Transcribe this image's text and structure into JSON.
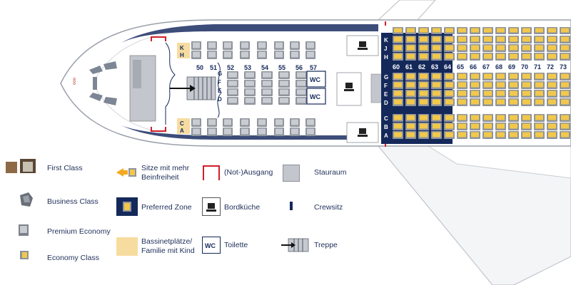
{
  "upper_rows": [
    "50",
    "51",
    "52",
    "53",
    "54",
    "55",
    "56",
    "57"
  ],
  "economy_rows": [
    "60",
    "61",
    "62",
    "63",
    "64",
    "65",
    "66",
    "67",
    "68",
    "69",
    "70",
    "71",
    "72",
    "73"
  ],
  "upper_left_letters": [
    "K",
    "H"
  ],
  "upper_right_letters_mid": [
    "G",
    "F",
    "E",
    "D"
  ],
  "upper_left_letters_bottom": [
    "C",
    "A"
  ],
  "economy_letters_top": [
    "K",
    "J",
    "H"
  ],
  "economy_letters_mid": [
    "G",
    "F",
    "E",
    "D"
  ],
  "economy_letters_bottom": [
    "C",
    "B",
    "A"
  ],
  "wc_label": "WC",
  "legend": {
    "first_class": "First Class",
    "business_class": "Business Class",
    "premium_economy": "Premium Economy",
    "economy_class": "Economy Class",
    "extra_legroom_line1": "Sitze mit mehr",
    "extra_legroom_line2": "Beinfreiheit",
    "preferred_zone": "Preferred Zone",
    "bassinet_line1": "Bassinetplätze/",
    "bassinet_line2": "Familie mit Kind",
    "exit": "(Not-)Ausgang",
    "galley": "Bordküche",
    "toilet": "Toilette",
    "toilet_icon_text": "WC",
    "stowage": "Stauraum",
    "crew_seat": "Crewsitz",
    "stairs": "Treppe"
  },
  "colors": {
    "navy": "#14285a",
    "seat_gray": "#c9ccd2",
    "seat_dark": "#8f949c",
    "economy_seat": "#f2c84b",
    "bassinet": "#f7dca0",
    "exit_red": "#d0202a"
  }
}
